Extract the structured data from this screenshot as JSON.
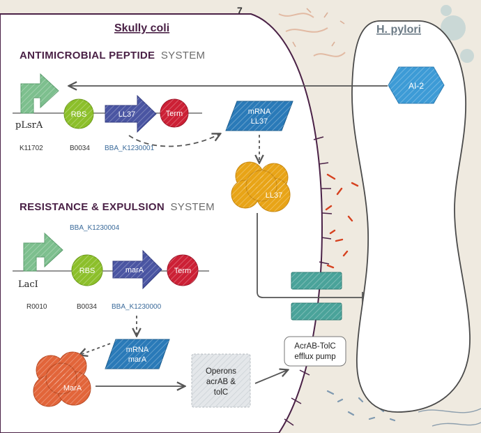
{
  "cells": {
    "left_title": "Skully coli",
    "right_title": "H. pylori"
  },
  "systems": {
    "antimicrobial": {
      "title_bold": "ANTIMICROBIAL PEPTIDE",
      "title_light": "SYSTEM"
    },
    "resistance": {
      "title_bold": "RESISTANCE & EXPULSION",
      "title_light": "SYSTEM"
    }
  },
  "circuit1": {
    "promoter": {
      "label": "pLsrA",
      "id": "K11702"
    },
    "rbs": {
      "label": "RBS",
      "id": "B0034"
    },
    "gene": {
      "label": "LL37",
      "id": "BBA_K1230001"
    },
    "term": {
      "label": "Term"
    },
    "mrna": {
      "line1": "mRNA",
      "line2": "LL37"
    },
    "protein": {
      "label": "LL37"
    }
  },
  "circuit2": {
    "top_id": "BBA_K1230004",
    "promoter": {
      "label": "LacI",
      "id": "R0010"
    },
    "rbs": {
      "label": "RBS",
      "id": "B0034"
    },
    "gene": {
      "label": "marA",
      "id": "BBA_K1230000"
    },
    "term": {
      "label": "Term"
    },
    "mrna": {
      "line1": "mRNA",
      "line2": "marA"
    },
    "protein": {
      "label": "MarA"
    }
  },
  "signal": {
    "label": "AI-2"
  },
  "operons": {
    "line1": "Operons",
    "line2": "acrAB &",
    "line3": "tolC"
  },
  "pump": {
    "line1": "AcrAB-TolC",
    "line2": "efflux pump"
  },
  "colors": {
    "membrane": "#4a2146",
    "promoter": "#7dbf8e",
    "rbs": "#8cbf2a",
    "gene": "#4a55a2",
    "term": "#cc2035",
    "mrna": "#2a7ab8",
    "protein1": "#e8a417",
    "protein2": "#e2653a",
    "signal": "#3d9bd6",
    "pump": "#4aa39a"
  }
}
